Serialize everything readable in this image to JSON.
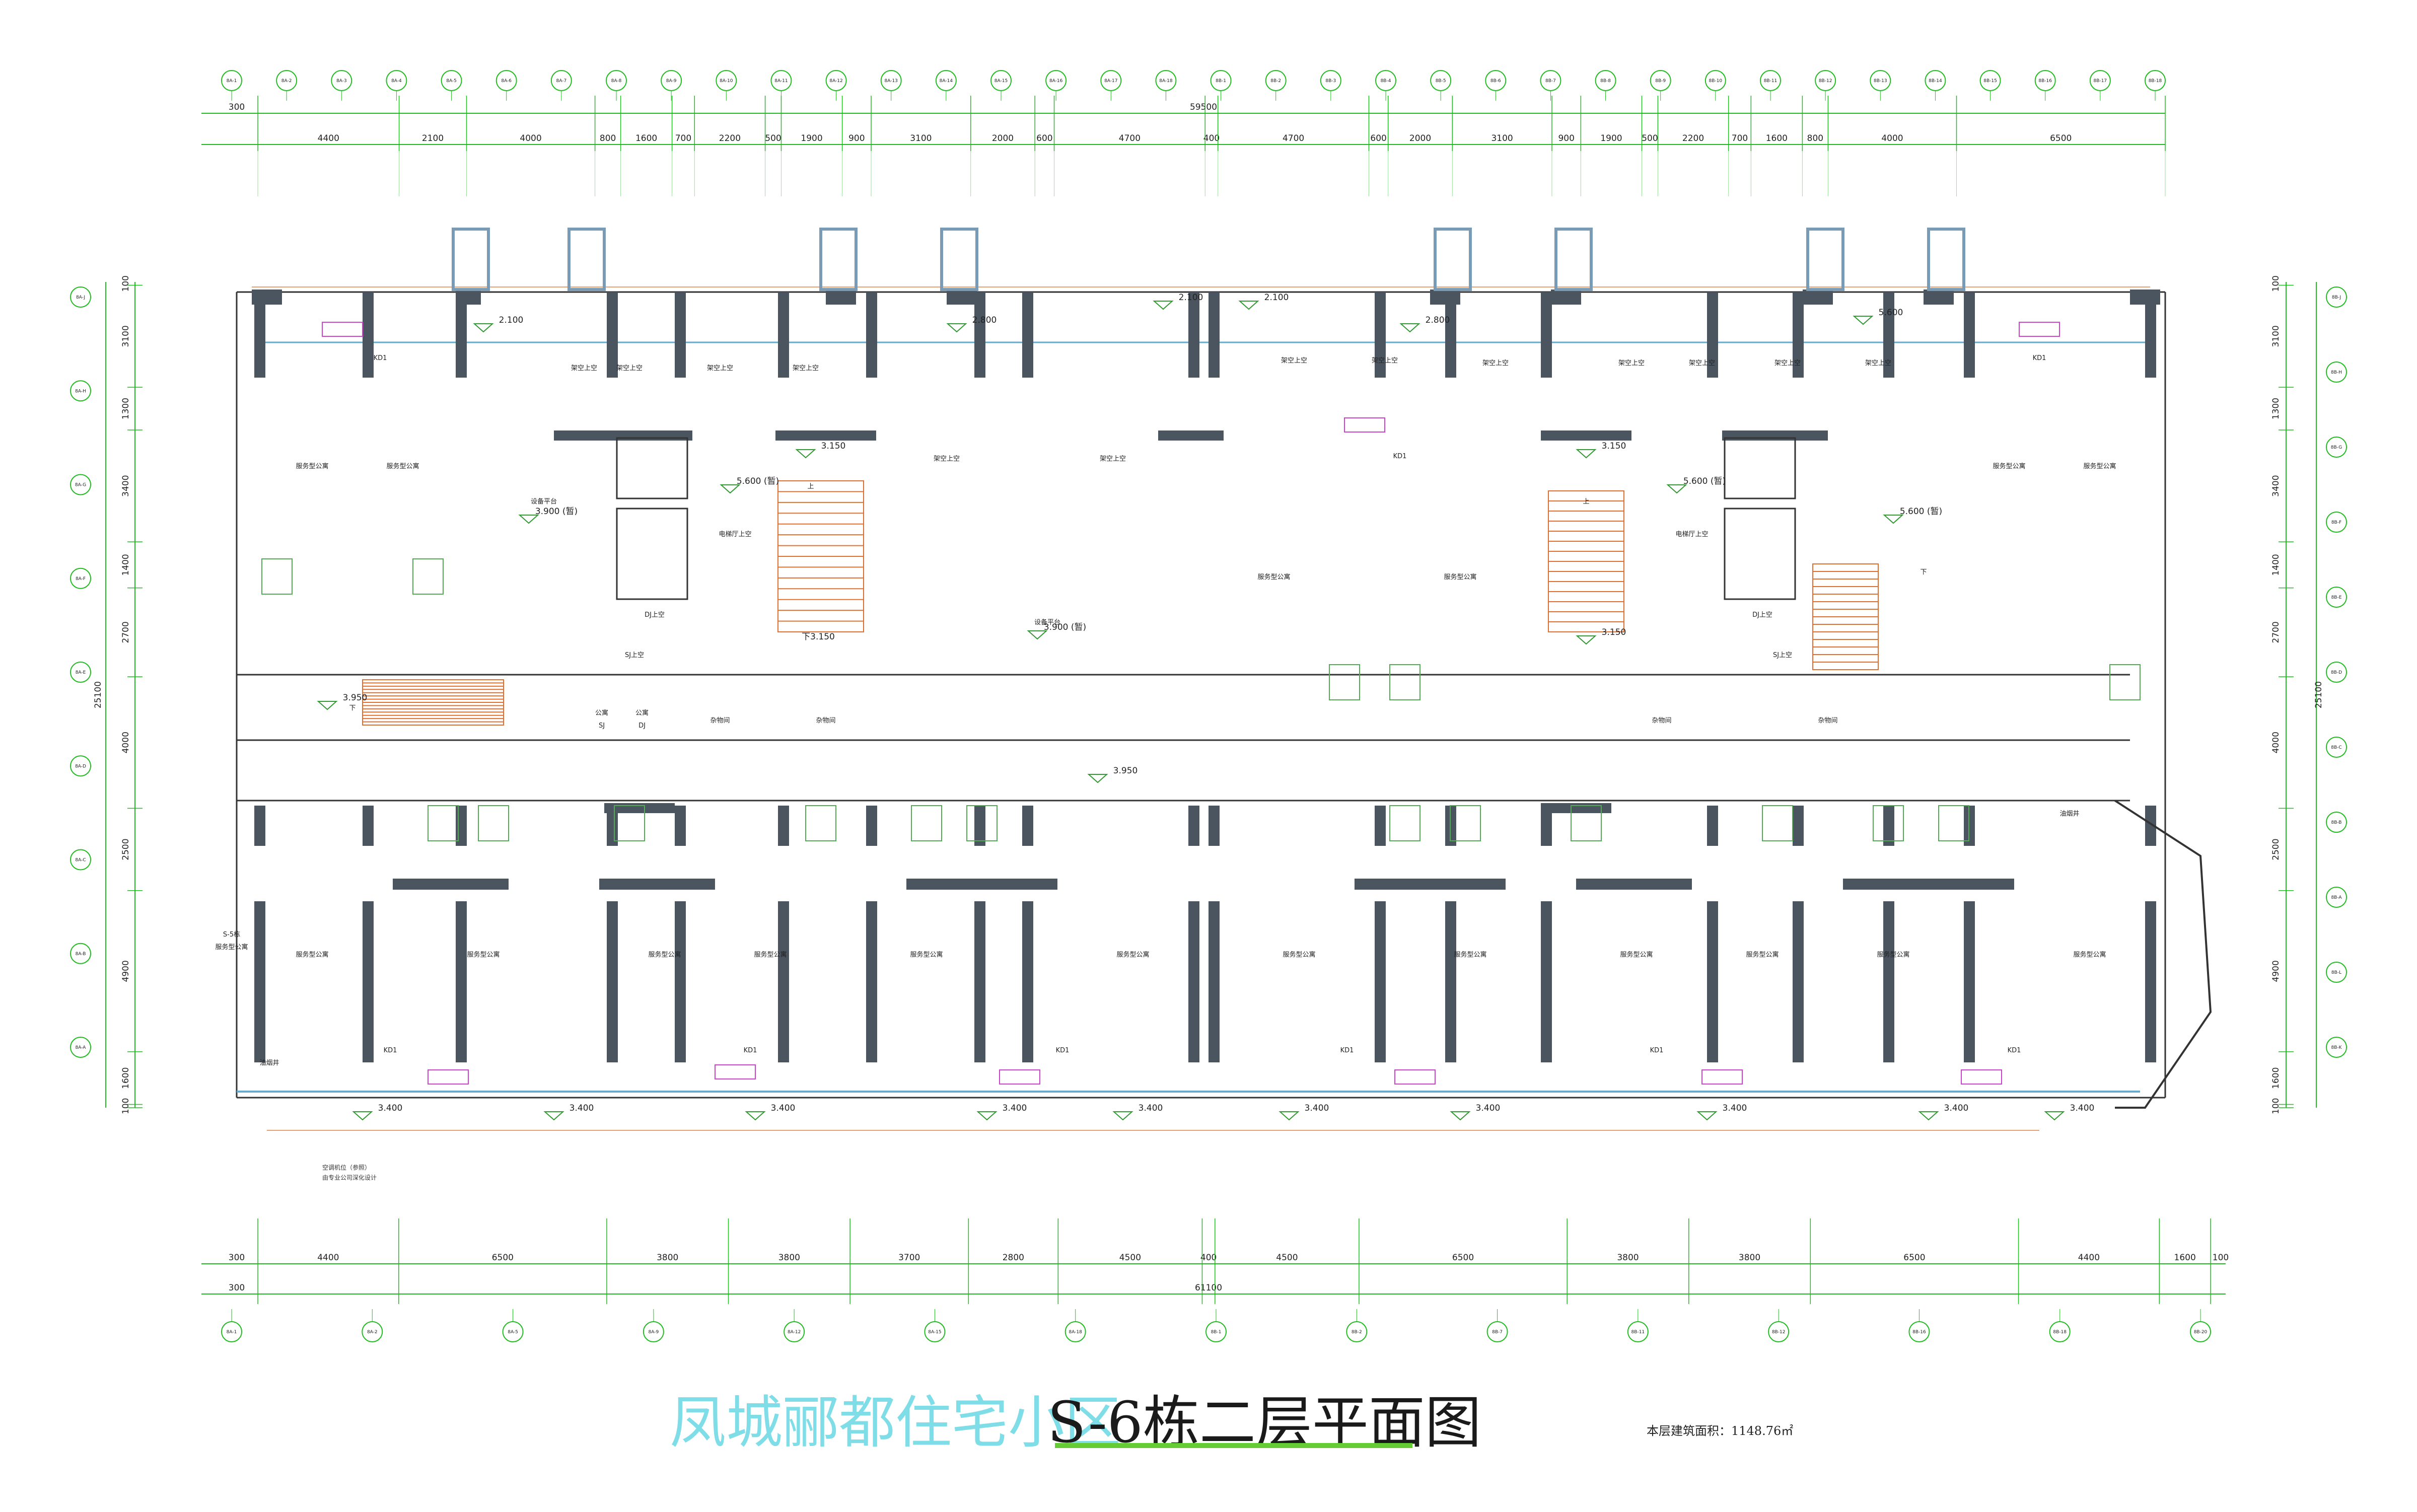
{
  "title": {
    "project": "凤城郦都住宅小区",
    "drawing": "S-6栋二层平面图"
  },
  "floor_area": "本层建筑面积：1148.76㎡",
  "top_dims": {
    "edge": "300",
    "total": "59500",
    "segments": [
      "4400",
      "2100",
      "4000",
      "800",
      "1600",
      "700",
      "2200",
      "500",
      "1900",
      "900",
      "3100",
      "2000",
      "600",
      "4700",
      "400",
      "4700",
      "600",
      "2000",
      "3100",
      "900",
      "1900",
      "500",
      "2200",
      "700",
      "1600",
      "800",
      "4000",
      "6500"
    ]
  },
  "bottom_dims": {
    "edge": "300",
    "edge2": "300",
    "total": "61100",
    "segments": [
      "4400",
      "6500",
      "3800",
      "3800",
      "3700",
      "2800",
      "4500",
      "400",
      "4500",
      "6500",
      "3800",
      "3800",
      "6500",
      "4400",
      "1600"
    ],
    "end": "100"
  },
  "left_dims": {
    "total": "25100",
    "segments": [
      "100",
      "3100",
      "1300",
      "3400",
      "1400",
      "2700",
      "4000",
      "2500",
      "4900",
      "1600",
      "100"
    ]
  },
  "right_dims": {
    "total": "25100",
    "segments": [
      "100",
      "3100",
      "1300",
      "3400",
      "1400",
      "2700",
      "4000",
      "2500",
      "4900",
      "1600",
      "100"
    ]
  },
  "top_axis_labels": [
    "8A-1",
    "8A-2",
    "8A-3",
    "8A-4",
    "8A-5",
    "8A-6",
    "8A-7",
    "8A-8",
    "8A-9",
    "8A-10",
    "8A-11",
    "8A-12",
    "8A-13",
    "8A-14",
    "8A-15",
    "8A-16",
    "8A-17",
    "8A-18",
    "8B-1",
    "8B-2",
    "8B-3",
    "8B-4",
    "8B-5",
    "8B-6",
    "8B-7",
    "8B-8",
    "8B-9",
    "8B-10",
    "8B-11",
    "8B-12",
    "8B-13",
    "8B-14",
    "8B-15",
    "8B-16",
    "8B-17",
    "8B-18"
  ],
  "bottom_axis_labels": [
    "8A-1",
    "8A-2",
    "8A-5",
    "8A-9",
    "8A-12",
    "8A-15",
    "8A-18",
    "8B-1",
    "8B-2",
    "8B-7",
    "8B-11",
    "8B-12",
    "8B-16",
    "8B-18",
    "8B-20"
  ],
  "left_axis_labels": [
    "8A-J",
    "8A-H",
    "8A-G",
    "8A-F",
    "8A-E",
    "8A-D",
    "8A-C",
    "8A-B",
    "8A-A"
  ],
  "right_axis_labels": [
    "8B-J",
    "8B-H",
    "8B-G",
    "8B-F",
    "8B-E",
    "8B-D",
    "8B-C",
    "8B-B",
    "8B-A",
    "8B-L",
    "8B-K"
  ],
  "rooms": {
    "service_apt": "服务型公寓",
    "hollow": "架空上空",
    "equip_platform": "设备平台",
    "elevator_hall": "电梯厅上空",
    "storage": "杂物间",
    "dj_up": "DJ上空",
    "sj_up": "SJ上空",
    "sj": "SJ",
    "dj": "DJ",
    "gong_nuan": "公寓",
    "fire_room": "油烟井",
    "s5_label": "S-5栋",
    "s5_room": "服务型公寓",
    "kd": "KD1"
  },
  "levels": {
    "l2100": "2.100",
    "l2800": "2.800",
    "l3150": "3.150",
    "l3400": "3.400",
    "l3900": "3.900 (暂)",
    "l3950": "3.950",
    "l5600": "5.600 (暂)",
    "l5600b": "5.600",
    "up": "上",
    "down": "下",
    "down3150": "下3.150"
  },
  "notes": {
    "n1": "空调机位（参照）",
    "n2": "由专业公司深化设计"
  }
}
